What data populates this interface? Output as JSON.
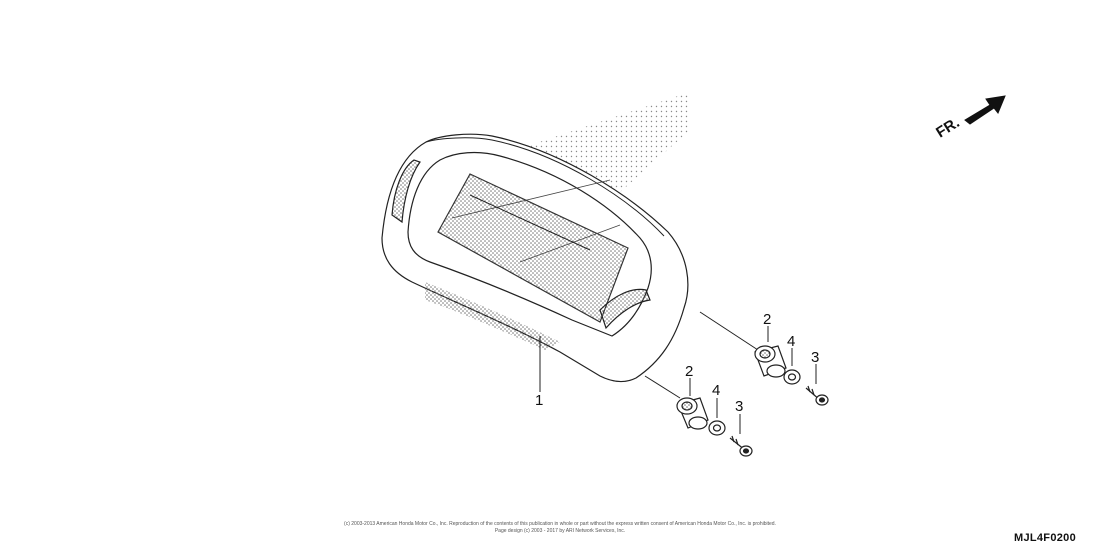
{
  "diagram": {
    "direction_label": "FR.",
    "callouts": {
      "meter": "1",
      "grommet_left": "2",
      "grommet_right": "2",
      "screw_left": "3",
      "screw_right": "3",
      "collar_left": "4",
      "collar_right": "4"
    },
    "copyright_line1": "(c) 2003-2013 American Honda Motor Co., Inc. Reproduction of the contents of this publication in whole or part without the express written consent of American Honda Motor Co., Inc. is prohibited.",
    "copyright_line2": "Page design (c) 2003 - 2017 by ARI Network Services, Inc.",
    "diagram_code": "MJL4F0200"
  }
}
